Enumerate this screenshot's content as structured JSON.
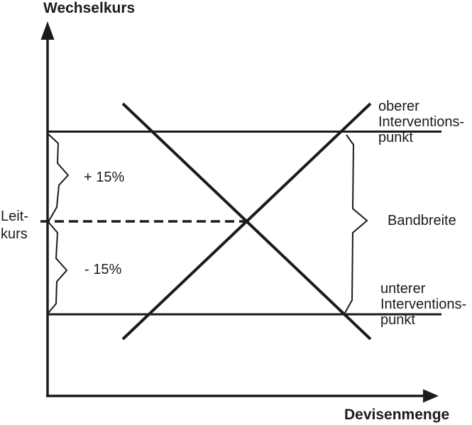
{
  "colors": {
    "ink": "#1b1b1b",
    "background": "#ffffff"
  },
  "axes": {
    "y_label": "Wechselkurs",
    "x_label": "Devisenmenge"
  },
  "labels": {
    "upper_intervention": {
      "lines": [
        "oberer",
        "Interventions-",
        "punkt"
      ]
    },
    "lower_intervention": {
      "lines": [
        "unterer",
        "Interventions-",
        "punkt"
      ]
    },
    "central_rate": {
      "lines": [
        "Leit-",
        "kurs"
      ]
    },
    "bandwidth": "Bandbreite",
    "upper_band_percent": "+ 15%",
    "lower_band_percent": "- 15%"
  }
}
